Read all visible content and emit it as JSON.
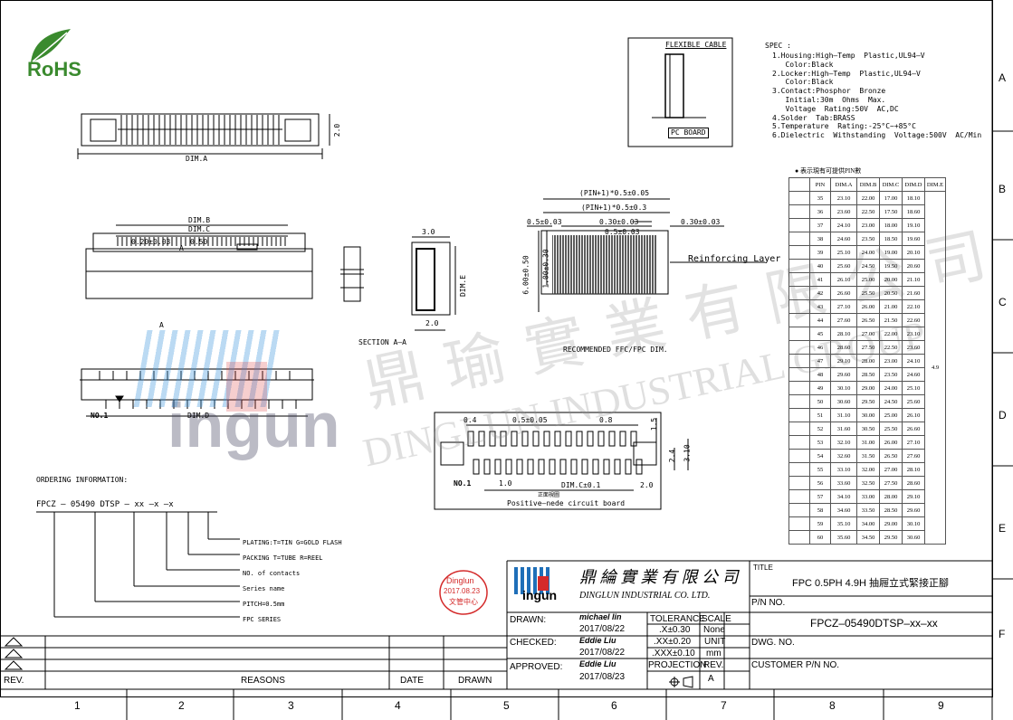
{
  "logo": {
    "text": "RoHS",
    "leaf_color": "#3a8a2e"
  },
  "watermark": {
    "chinese": "鼎 瑜 實 業 有 限 公 司",
    "english": "DINGLUN INDUSTRIAL GROUP",
    "brand": "ingun",
    "color": "#888888"
  },
  "grid_cols": [
    "1",
    "2",
    "3",
    "4",
    "5",
    "6",
    "7",
    "8",
    "9"
  ],
  "grid_rows": [
    "A",
    "B",
    "C",
    "D",
    "E",
    "F"
  ],
  "dims": {
    "dim_a": "DIM.A",
    "h20": "2.0",
    "dim_b": "DIM.B",
    "dim_c": "DIM.C",
    "p020": "0.20±0.03",
    "p050": "0.50",
    "a_mark": "A",
    "section": "SECTION  A—A",
    "s30": "3.0",
    "s20": "2.0",
    "dim_e": "DIM.E",
    "no1": "NO.1",
    "dim_d": "DIM.D",
    "pin05": "(PIN+1)*0.5±0.05",
    "pin03": "(PIN+1)*0.5±0.3",
    "d05": "0.5±0.03",
    "d030a": "0.30±0.03",
    "d030b": "0.30±0.03",
    "d05b": "0.5±0.03",
    "reinf": "Reinforcing Layer",
    "h600": "6.00±0.50",
    "h100": "1.00±0.30",
    "rec": "RECOMMENDED FFC/FPC DIM.",
    "fc_label": "FLEXIBLE CABLE",
    "pc_label": "PC BOARD",
    "b04": "0.4",
    "b05": "0.5±0.05",
    "b08": "0.8",
    "b15": "1.5",
    "b24": "2.4",
    "b310": "3.10",
    "bno1": "NO.1",
    "b10": "1.0",
    "bdimc": "DIM.C±0.1",
    "b20": "2.0",
    "bsmall": "正面視圖",
    "positive": "Positive—nede circuit board"
  },
  "spec": {
    "title": "SPEC :",
    "lines": [
      "1.Housing:High—Temp  Plastic,UL94—V",
      "   Color:Black",
      "2.Locker:High—Temp  Plastic,UL94—V",
      "   Color:Black",
      "3.Contact:Phosphor  Bronze",
      "   Initial:30m  Ohms  Max.",
      "   Voltage  Rating:50V  AC,DC",
      "4.Solder  Tab:BRASS",
      "5.Temperature  Rating:-25°C~+85°C",
      "6.Dielectric  Withstanding  Voltage:500V  AC/Min"
    ]
  },
  "ordering": {
    "title": "ORDERING  INFORMATION:",
    "code": "FPCZ  –  05490  DTSP  –  xx  –x  –x",
    "items": [
      "PLATING:T=TIN  G=GOLD  FLASH",
      "PACKING  T=TUBE  R=REEL",
      "NO.  of contacts",
      "Series  name",
      "PITCH=0.5mm",
      "FPC  SERIES"
    ]
  },
  "dim_table": {
    "note": "●  表示現有可提供PIN數",
    "headers": [
      "PIN",
      "DIM.A",
      "DIM.B",
      "DIM.C",
      "DIM.D",
      "DIM.E"
    ],
    "dim_e": "4.9",
    "rows": [
      [
        "35",
        "23.10",
        "22.00",
        "17.00",
        "18.10"
      ],
      [
        "36",
        "23.60",
        "22.50",
        "17.50",
        "18.60"
      ],
      [
        "37",
        "24.10",
        "23.00",
        "18.00",
        "19.10"
      ],
      [
        "38",
        "24.60",
        "23.50",
        "18.50",
        "19.60"
      ],
      [
        "39",
        "25.10",
        "24.00",
        "19.00",
        "20.10"
      ],
      [
        "40",
        "25.60",
        "24.50",
        "19.50",
        "20.60"
      ],
      [
        "41",
        "26.10",
        "25.00",
        "20.00",
        "21.10"
      ],
      [
        "42",
        "26.60",
        "25.50",
        "20.50",
        "21.60"
      ],
      [
        "43",
        "27.10",
        "26.00",
        "21.00",
        "22.10"
      ],
      [
        "44",
        "27.60",
        "26.50",
        "21.50",
        "22.60"
      ],
      [
        "45",
        "28.10",
        "27.00",
        "22.00",
        "23.10"
      ],
      [
        "46",
        "28.60",
        "27.50",
        "22.50",
        "23.60"
      ],
      [
        "47",
        "29.10",
        "28.00",
        "23.00",
        "24.10"
      ],
      [
        "48",
        "29.60",
        "28.50",
        "23.50",
        "24.60"
      ],
      [
        "49",
        "30.10",
        "29.00",
        "24.00",
        "25.10"
      ],
      [
        "50",
        "30.60",
        "29.50",
        "24.50",
        "25.60"
      ],
      [
        "51",
        "31.10",
        "30.00",
        "25.00",
        "26.10"
      ],
      [
        "52",
        "31.60",
        "30.50",
        "25.50",
        "26.60"
      ],
      [
        "53",
        "32.10",
        "31.00",
        "26.00",
        "27.10"
      ],
      [
        "54",
        "32.60",
        "31.50",
        "26.50",
        "27.60"
      ],
      [
        "55",
        "33.10",
        "32.00",
        "27.00",
        "28.10"
      ],
      [
        "56",
        "33.60",
        "32.50",
        "27.50",
        "28.60"
      ],
      [
        "57",
        "34.10",
        "33.00",
        "28.00",
        "29.10"
      ],
      [
        "58",
        "34.60",
        "33.50",
        "28.50",
        "29.60"
      ],
      [
        "59",
        "35.10",
        "34.00",
        "29.00",
        "30.10"
      ],
      [
        "60",
        "35.60",
        "34.50",
        "29.50",
        "30.60"
      ]
    ]
  },
  "stamp": {
    "line1": "Dinglun",
    "line2": "2017.08.23",
    "line3": "文管中心",
    "color": "#d42a2a"
  },
  "company": {
    "logo": "ingun",
    "chinese": "鼎 綸 實 業 有 限 公 司",
    "english": "DINGLUN  INDUSTRIAL  CO.  LTD."
  },
  "title_block": {
    "title_label": "TITLE",
    "title": "FPC  0.5PH  4.9H  抽屜立式緊接正腳",
    "drawn_label": "DRAWN:",
    "drawn_name": "michael lin",
    "drawn_date": "2017/08/22",
    "checked_label": "CHECKED:",
    "checked_name": "Eddie Liu",
    "checked_date": "2017/08/22",
    "approved_label": "APPROVED:",
    "approved_name": "Eddie Liu",
    "approved_date": "2017/08/23",
    "tolerance_label": "TOLERANCE",
    "tol1": ".X±0.30",
    "tol2": ".XX±0.20",
    "tol3": ".XXX±0.10",
    "scale_label": "SCALE",
    "scale": "None",
    "unit_label": "UNIT",
    "unit": "mm",
    "projection_label": "PROJECTION",
    "rev_label": "REV.",
    "rev": "A",
    "pn_label": "P/N  NO.",
    "pn": "FPCZ–05490DTSP–xx–xx",
    "dwg_label": "DWG.  NO.",
    "cust_label": "CUSTOMER  P/N  NO."
  },
  "revision": {
    "rev": "REV.",
    "reasons": "REASONS",
    "date": "DATE",
    "drawn": "DRAWN"
  }
}
